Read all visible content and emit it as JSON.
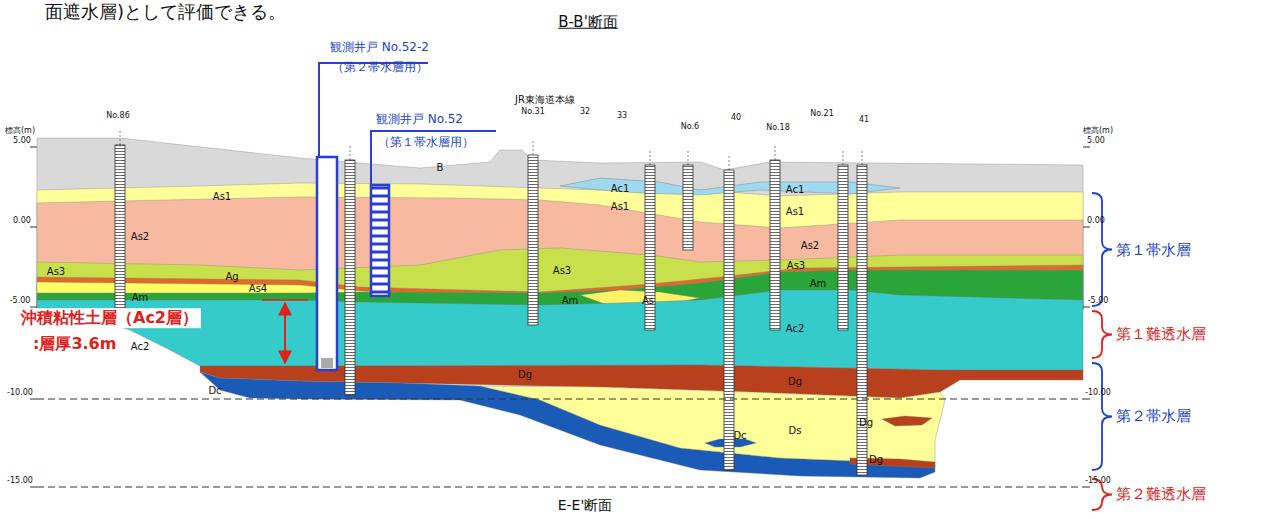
{
  "diagram": {
    "title": "B-B'断面",
    "labels": [
      "面遮水層)として評価できる。",
      "観測井戸 No.52-2",
      "（第２帯水層用）",
      "観測井戸 No.52",
      "（第１帯水層用）",
      "JR東海道本線",
      "No.86",
      "No.31",
      "32",
      "33",
      "No.6",
      "40",
      "No.18",
      "No.21",
      "41",
      "標高(m)",
      "5.00",
      "0.00",
      "-5.00",
      "-10.00",
      "-15.00",
      "標高(m)",
      "5.00",
      "0.00",
      "-5.00",
      "-10.00",
      "-15.00",
      "B",
      "As1",
      "As1",
      "As1",
      "Ac1",
      "Ac1",
      "As2",
      "As2",
      "As3",
      "As3",
      "As3",
      "Ag",
      "As4",
      "Am",
      "Am",
      "Am",
      "As",
      "Ac2",
      "Ac2",
      "Dg",
      "Dg",
      "Dg",
      "Dg",
      "Dc",
      "Dc",
      "Ds",
      "沖積粘性土層（Ac2層）",
      ":層厚3.6m",
      "第１帯水層",
      "第１難透水層",
      "第２帯水層",
      "第２難透水層",
      "E-E'断面"
    ]
  }
}
